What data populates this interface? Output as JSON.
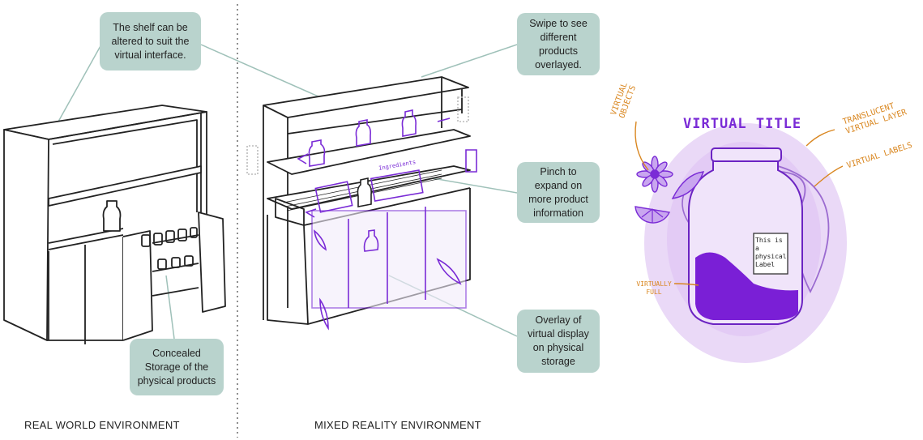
{
  "callouts": {
    "shelf_altered": "The shelf can be altered to suit the virtual interface.",
    "swipe": "Swipe to see different products overlayed.",
    "pinch": "Pinch to expand on more product information",
    "overlay": "Overlay of virtual display on physical storage",
    "concealed": "Concealed Storage of the physical products"
  },
  "labels": {
    "real_world": "REAL WORLD ENVIRONMENT",
    "mixed_reality": "MIXED REALITY ENVIRONMENT"
  },
  "sketch": {
    "virtual_title": "VIRTUAL TITLE",
    "virtual_objects": "VIRTUAL OBJECTS",
    "translucent_layer": "TRANSLUCENT VIRTUAL LAYER",
    "virtual_labels": "VIRTUAL LABELS",
    "virtually_full": "VIRTUALLY FULL",
    "physical_label": "This is a physical Label",
    "ingredients": "Ingredients"
  },
  "colors": {
    "callout_bg": "#b9d3cd",
    "leader_line": "#9fc1b9",
    "purple": "#7a2bd6",
    "light_purple": "#e9d9f7",
    "orange": "#d9861f"
  }
}
